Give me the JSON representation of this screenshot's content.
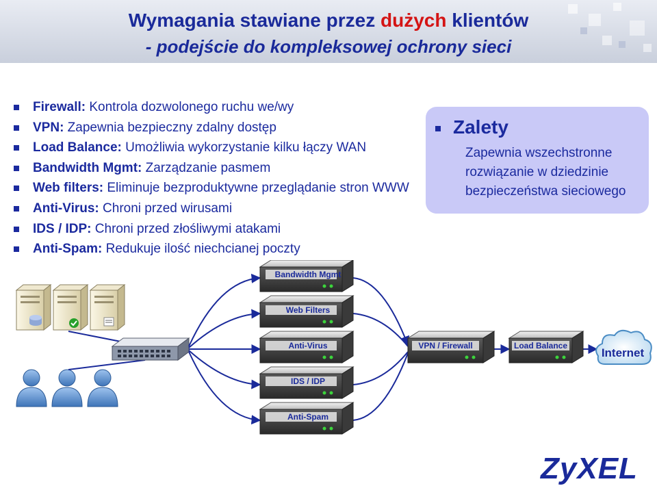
{
  "title": {
    "line1_before": "Wymagania stawiane przez ",
    "line1_highlight": "dużych",
    "line1_after": " klientów",
    "line2": "- podejście do kompleksowej ochrony sieci"
  },
  "bullets": [
    {
      "term": "Firewall:",
      "text": " Kontrola dozwolonego ruchu we/wy"
    },
    {
      "term": "VPN:",
      "text": " Zapewnia bezpieczny zdalny dostęp"
    },
    {
      "term": "Load Balance:",
      "text": " Umożliwia wykorzystanie kilku łączy WAN"
    },
    {
      "term": "Bandwidth Mgmt:",
      "text": " Zarządzanie pasmem"
    },
    {
      "term": "Web filters:",
      "text": " Eliminuje bezproduktywne przeglądanie stron WWW"
    },
    {
      "term": "Anti-Virus:",
      "text": " Chroni przed wirusami"
    },
    {
      "term": "IDS / IDP:",
      "text": " Chroni przed złośliwymi atakami"
    },
    {
      "term": "Anti-Spam:",
      "text": " Redukuje ilość niechcianej poczty"
    }
  ],
  "advantages": {
    "heading": "Zalety",
    "line1": "Zapewnia wszechstronne",
    "line2": "rozwiązanie w dziedzinie",
    "line3": "bezpieczeństwa sieciowego"
  },
  "devices": {
    "bandwidth": "Bandwidth Mgmt",
    "web": "Web Filters",
    "antivirus": "Anti-Virus",
    "ids": "IDS / IDP",
    "antispam": "Anti-Spam",
    "vpn": "VPN / Firewall",
    "lb": "Load Balance"
  },
  "internet": "Internet",
  "logo": "ZyXEL",
  "colors": {
    "title_blue": "#1a2a9a",
    "highlight_red": "#d41414",
    "advantages_bg": "#c9c9f7"
  }
}
